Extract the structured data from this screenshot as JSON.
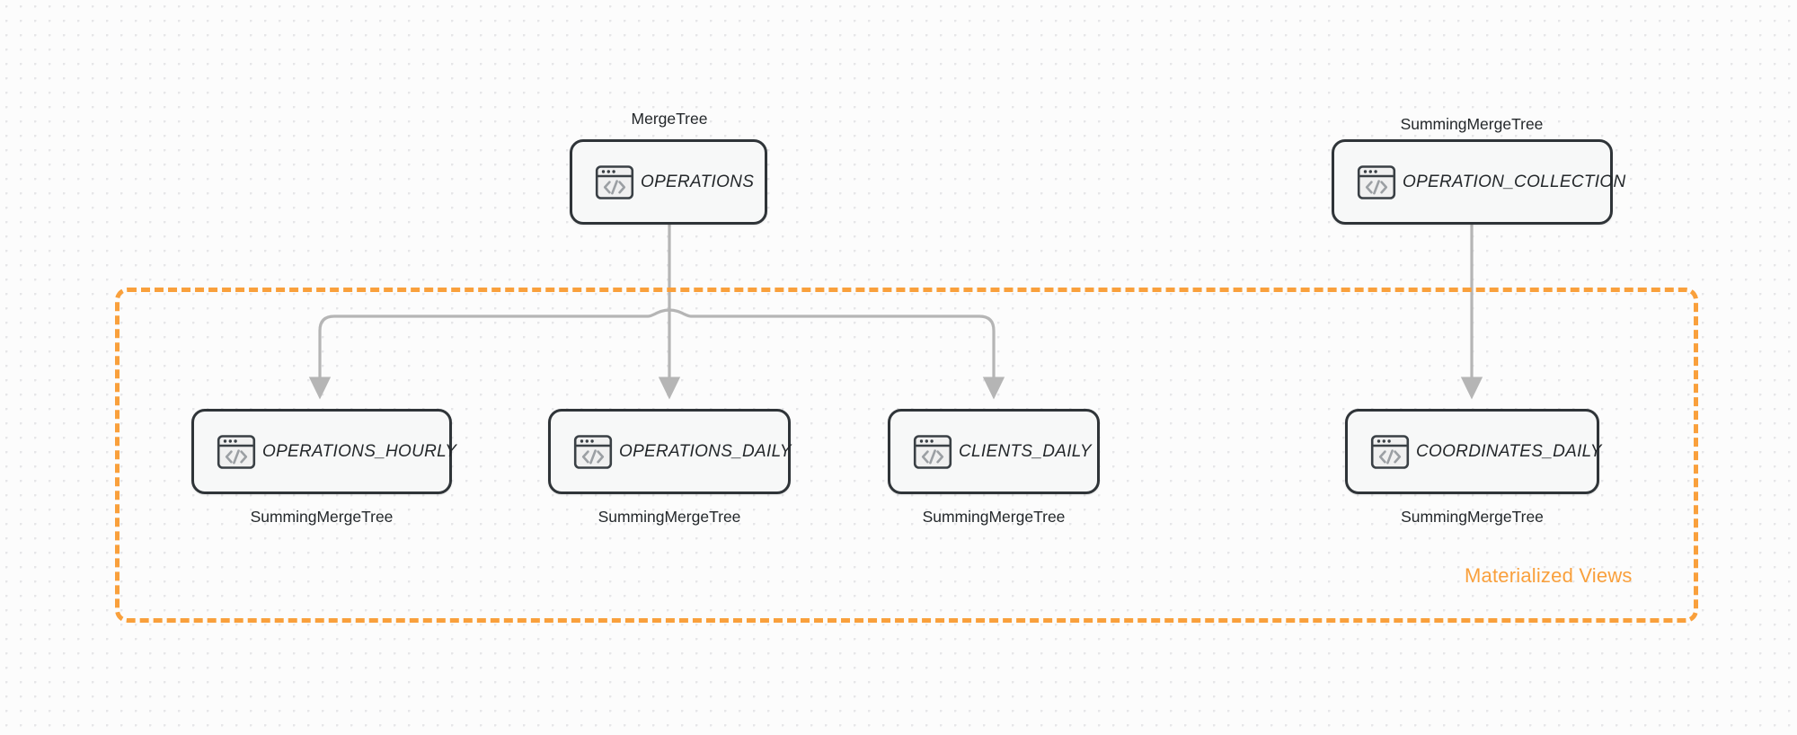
{
  "diagram": {
    "title": "ClickHouse table and materialized view topology",
    "colors": {
      "accent_orange": "#f9a03c",
      "node_border": "#2f3438",
      "node_fill": "#f7f8f8",
      "edge_gray": "#b5b5b5",
      "text_dark": "#23272a",
      "grid_dot": "#e6e6e8",
      "canvas_bg": "#fcfcfc"
    },
    "group": {
      "label": "Materialized Views",
      "border_style": "dashed"
    },
    "source_nodes": [
      {
        "id": "operations",
        "name": "OPERATIONS",
        "engine": "MergeTree",
        "engine_position": "above",
        "icon": "code-window-icon"
      },
      {
        "id": "operation_collection",
        "name": "OPERATION_COLLECTION",
        "engine": "SummingMergeTree",
        "engine_position": "above",
        "icon": "code-window-icon"
      }
    ],
    "view_nodes": [
      {
        "id": "operations_hourly",
        "name": "OPERATIONS_HOURLY",
        "engine": "SummingMergeTree",
        "engine_position": "below",
        "icon": "code-window-icon"
      },
      {
        "id": "operations_daily",
        "name": "OPERATIONS_DAILY",
        "engine": "SummingMergeTree",
        "engine_position": "below",
        "icon": "code-window-icon"
      },
      {
        "id": "clients_daily",
        "name": "CLIENTS_DAILY",
        "engine": "SummingMergeTree",
        "engine_position": "below",
        "icon": "code-window-icon"
      },
      {
        "id": "coordinates_daily",
        "name": "COORDINATES_DAILY",
        "engine": "SummingMergeTree",
        "engine_position": "below",
        "icon": "code-window-icon"
      }
    ],
    "edges": [
      {
        "from": "operations",
        "to": "operations_hourly",
        "style": "elbow-arrow"
      },
      {
        "from": "operations",
        "to": "operations_daily",
        "style": "straight-arrow"
      },
      {
        "from": "operations",
        "to": "clients_daily",
        "style": "elbow-arrow"
      },
      {
        "from": "operation_collection",
        "to": "coordinates_daily",
        "style": "straight-arrow"
      }
    ]
  }
}
